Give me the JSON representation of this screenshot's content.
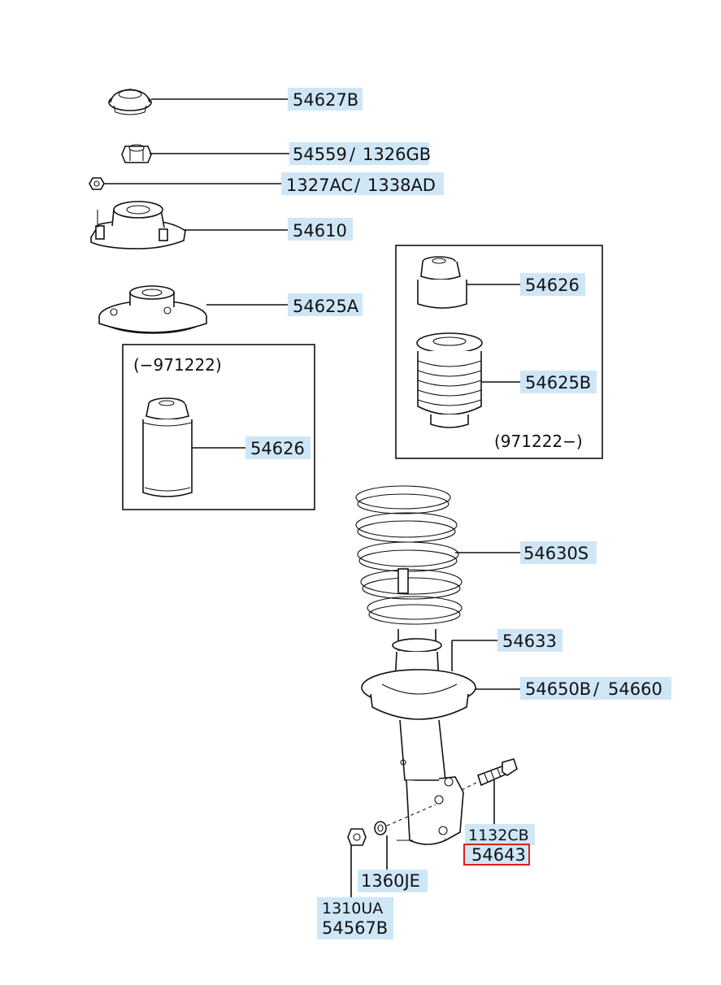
{
  "labels": {
    "l_54627B": "54627B",
    "l_54559": "54559",
    "l_1326GB": "1326GB",
    "l_1327AC": "1327AC",
    "l_1338AD": "1338AD",
    "l_54610": "54610",
    "l_54625A": "54625A",
    "l_54626_right": "54626",
    "l_54625B": "54625B",
    "l_54626_left": "54626",
    "l_54630S": "54630S",
    "l_54633": "54633",
    "l_54650B": "54650B",
    "l_54660": "54660",
    "l_1132CB": "1132CB",
    "l_54643": "54643",
    "l_1360JE": "1360JE",
    "l_1310UA": "1310UA",
    "l_54567B": "54567B"
  },
  "notes": {
    "left_box_range": "(−971222)",
    "right_box_range": "(971222−)"
  },
  "separator": "/",
  "colors": {
    "label_bg": "#cfe6f7",
    "highlight": "#d22222",
    "ink": "#111111"
  }
}
